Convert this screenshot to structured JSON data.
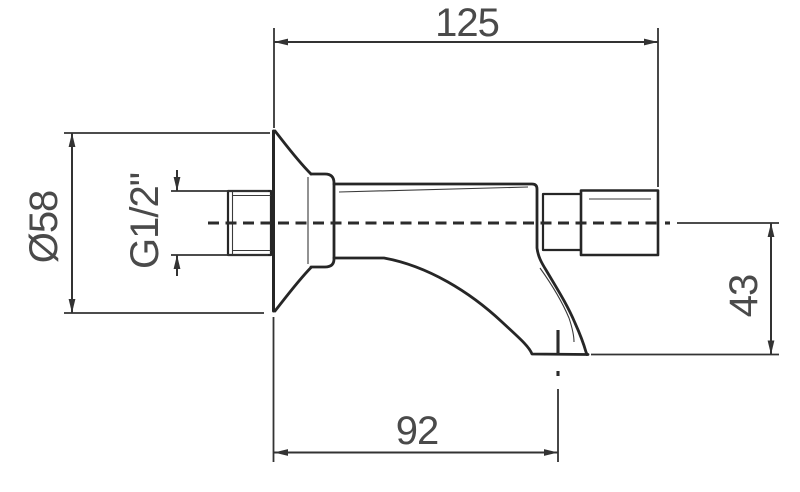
{
  "drawing": {
    "type": "technical-dimension-drawing",
    "subject": "Wall-mounted bath spout, side elevation",
    "units": "mm",
    "labels": {
      "overall_length": "125",
      "flange_diameter": "Ø58",
      "thread_size": "G1/2\"",
      "drop_height": "43",
      "spout_reach": "92"
    },
    "colors": {
      "object_line": "#262626",
      "dimension_line": "#333333",
      "text": "#4a4a4a",
      "background": "#ffffff"
    }
  }
}
